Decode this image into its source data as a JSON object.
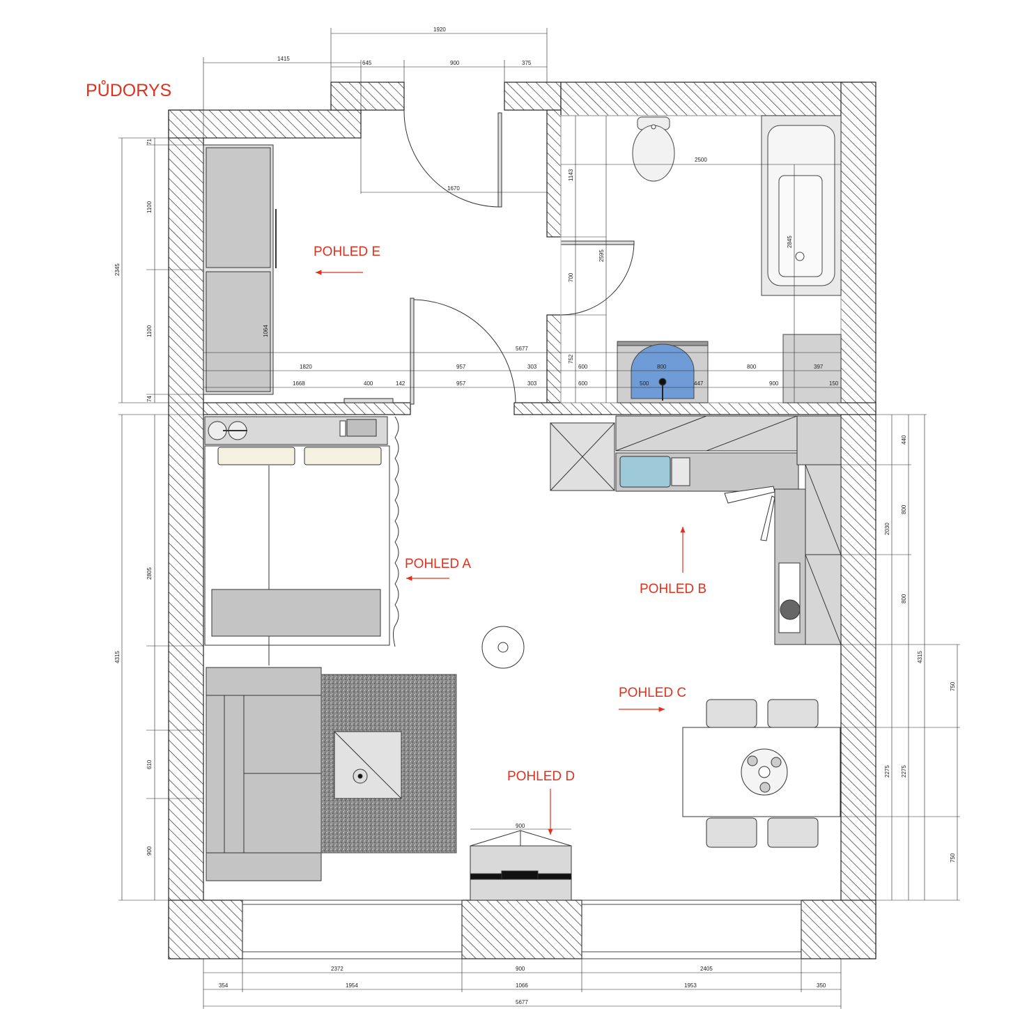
{
  "title": "PŮDORYS",
  "colors": {
    "accent": "#e0301e",
    "wall_hatch": "#222222",
    "furniture": "#c8c8c8",
    "water": "#9ec9d8",
    "basin": "#6f9bd6"
  },
  "views": {
    "e": "POHLED E",
    "a": "POHLED A",
    "b": "POHLED B",
    "c": "POHLED C",
    "d": "POHLED D"
  },
  "dims": {
    "top_1920": "1920",
    "top_1415": "1415",
    "top_645": "645",
    "top_900": "900",
    "top_375": "375",
    "bath_2500": "2500",
    "door_1670": "1670",
    "row1_5677": "5677",
    "row2_1820": "1820",
    "row2_957": "957",
    "row2_303": "303",
    "row2_600": "600",
    "row2_800a": "800",
    "row2_800b": "800",
    "row2_397": "397",
    "row3_1668": "1668",
    "row3_400": "400",
    "row3_142": "142",
    "row3_957": "957",
    "row3_303": "303",
    "row3_600": "600",
    "row3_500": "500",
    "row3_447": "447",
    "row3_900": "900",
    "row3_150": "150",
    "v_71": "71",
    "v_1100a": "1100",
    "v_1100b": "1100",
    "v_2345": "2345",
    "v_74": "74",
    "v_1064": "1064",
    "v_1143": "1143",
    "v_700": "700",
    "v_2595": "2595",
    "v_752": "752",
    "v_2845": "2845",
    "v_2805": "2805",
    "v_4315_left": "4315",
    "v_610": "610",
    "v_900_left": "900",
    "v_440": "440",
    "v_800a": "800",
    "v_800b": "800",
    "v_2030": "2030",
    "v_4315_right": "4315",
    "v_750a": "750",
    "v_750b": "750",
    "v_2275a": "2275",
    "v_2275b": "2275",
    "tv_900": "900",
    "b_2372": "2372",
    "b_900": "900",
    "b_2405": "2405",
    "b_354": "354",
    "b_1954": "1954",
    "b_1066": "1066",
    "b_1953": "1953",
    "b_350": "350",
    "b_5677": "5677"
  }
}
